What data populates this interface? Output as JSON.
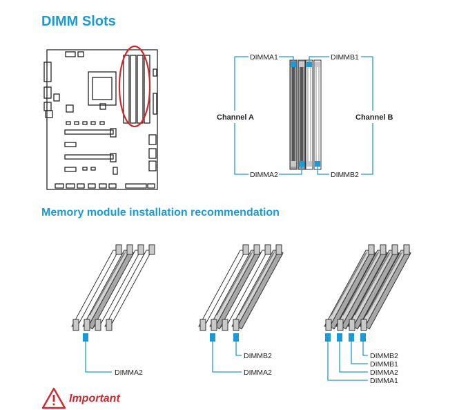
{
  "headings": {
    "dimm_slots": "DIMM Slots",
    "recommendation": "Memory module installation recommendation"
  },
  "channel_diagram": {
    "top_left": "DIMMA1",
    "bottom_left": "DIMMA2",
    "top_right": "DIMMB1",
    "bottom_right": "DIMMB2",
    "channel_a": "Channel A",
    "channel_b": "Channel B"
  },
  "configurations": {
    "one_module": {
      "labels": [
        "DIMMA2"
      ]
    },
    "two_modules": {
      "labels": [
        "DIMMB2",
        "DIMMA2"
      ]
    },
    "four_modules": {
      "labels": [
        "DIMMB2",
        "DIMMB1",
        "DIMMA2",
        "DIMMA1"
      ]
    }
  },
  "important": {
    "label": "Important",
    "icon": "warning-triangle-icon"
  },
  "colors": {
    "heading": "#1a9ad6",
    "accent_blue": "#1a9ad6",
    "warning_red": "#d4252b",
    "highlight_circle": "#d4252b"
  }
}
